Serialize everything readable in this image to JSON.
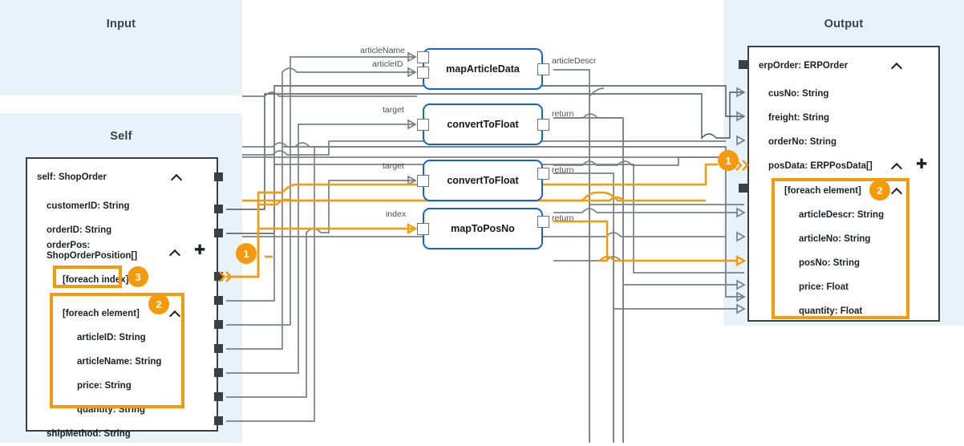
{
  "regions": {
    "input": {
      "title": "Input"
    },
    "self": {
      "title": "Self"
    },
    "output": {
      "title": "Output"
    }
  },
  "self_box": {
    "header": {
      "label": "self: ShopOrder",
      "collapse_icon": "chevron-up-icon"
    },
    "fields": [
      {
        "label": "customerID: String"
      },
      {
        "label": "orderID: String"
      },
      {
        "label": "orderPos: ShopOrderPosition[]",
        "collapse_icon": "chevron-up-icon",
        "add_icon": "plus-icon",
        "badge": "1"
      },
      {
        "label": "[foreach index]",
        "badge": "3"
      },
      {
        "label": "[foreach element]",
        "collapse_icon": "chevron-up-icon",
        "badge": "2"
      },
      {
        "label": "articleID: String"
      },
      {
        "label": "articleName: String"
      },
      {
        "label": "price: String"
      },
      {
        "label": "quantity: String"
      },
      {
        "label": "shipMethod: String"
      }
    ]
  },
  "output_box": {
    "header": {
      "label": "erpOrder: ERPOrder",
      "collapse_icon": "chevron-up-icon"
    },
    "fields": [
      {
        "label": "cusNo: String"
      },
      {
        "label": "freight: String"
      },
      {
        "label": "orderNo: String"
      },
      {
        "label": "posData: ERPPosData[]",
        "collapse_icon": "chevron-up-icon",
        "add_icon": "plus-icon",
        "badge": "1"
      },
      {
        "label": "[foreach element]",
        "collapse_icon": "chevron-up-icon",
        "badge": "2"
      },
      {
        "label": "articleDescr: String"
      },
      {
        "label": "articleNo: String"
      },
      {
        "label": "posNo: String"
      },
      {
        "label": "price: Float"
      },
      {
        "label": "quantity: Float"
      }
    ]
  },
  "functions": [
    {
      "name": "mapArticleData",
      "inputs": [
        "articleName",
        "articleID"
      ],
      "outputs": [
        "articleDescr"
      ]
    },
    {
      "name": "convertToFloat",
      "inputs": [
        "target"
      ],
      "outputs": [
        "return"
      ]
    },
    {
      "name": "convertToFloat",
      "inputs": [
        "target"
      ],
      "outputs": [
        "return"
      ]
    },
    {
      "name": "mapToPosNo",
      "inputs": [
        "index"
      ],
      "outputs": [
        "return"
      ]
    }
  ],
  "colors": {
    "panel_background": "#e8f2f9",
    "accent_orange": "#f59a0c",
    "node_border_blue": "#1565c8",
    "box_border": "#3a3f44",
    "wire_gray": "#7b8084",
    "text_dark": "#1d2023"
  }
}
